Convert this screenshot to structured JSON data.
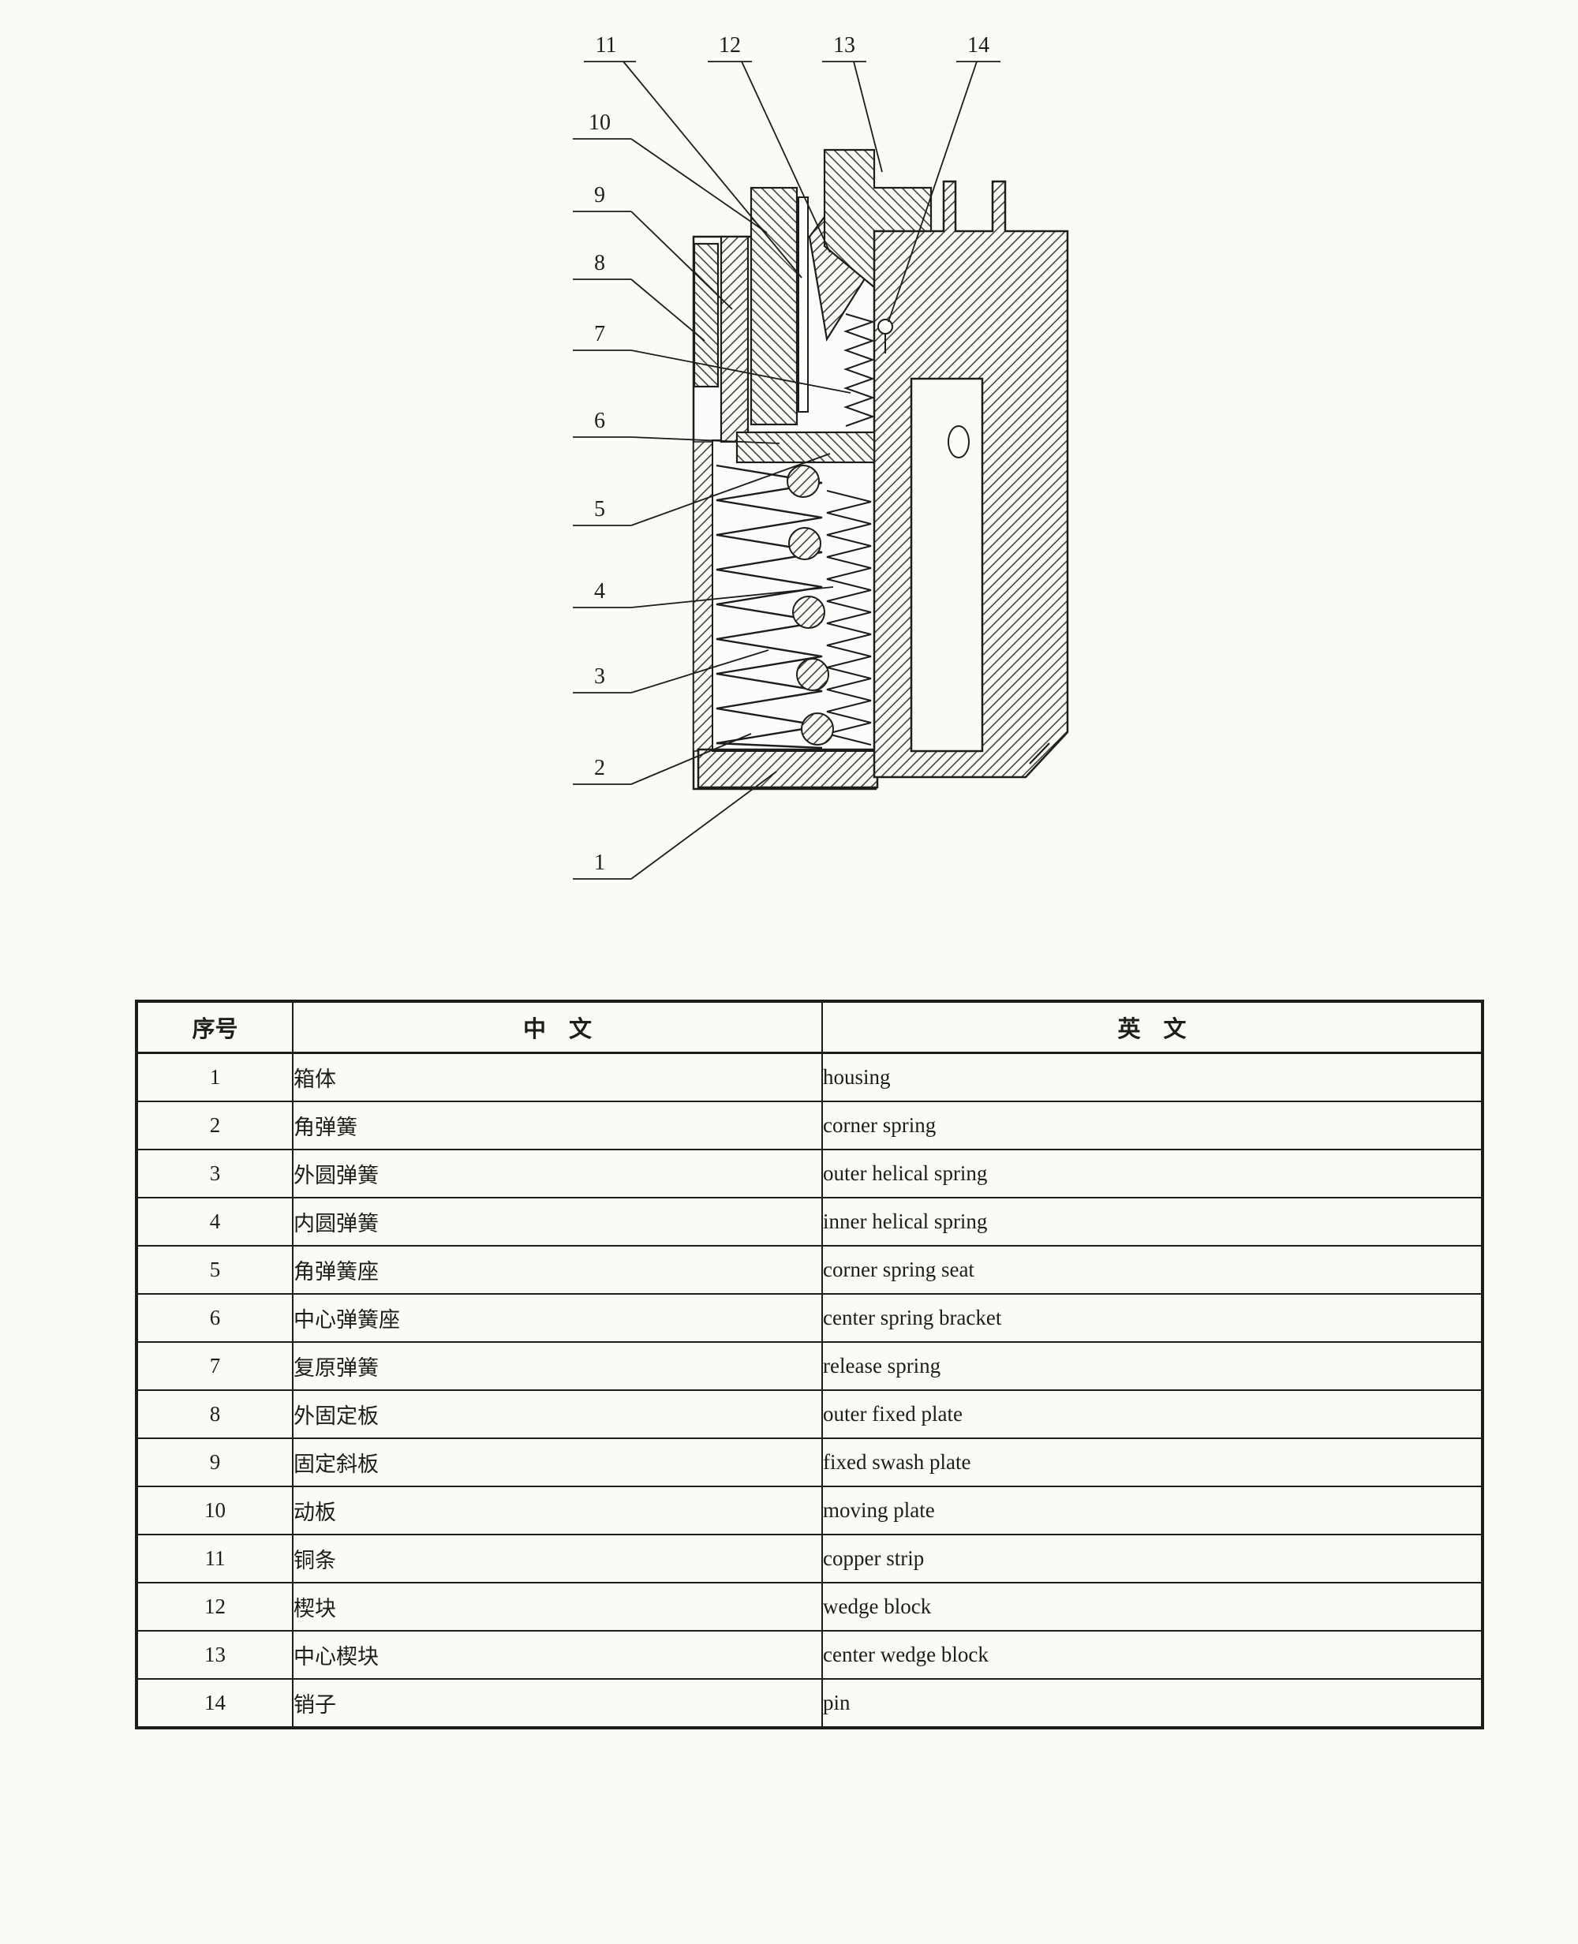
{
  "colors": {
    "ink": "#1d1d1b",
    "paper": "#fbfaf7"
  },
  "diagram": {
    "labels": [
      "1",
      "2",
      "3",
      "4",
      "5",
      "6",
      "7",
      "8",
      "9",
      "10",
      "11",
      "12",
      "13",
      "14"
    ]
  },
  "table": {
    "headers": {
      "no": "序号",
      "zh": "中　文",
      "en": "英　文"
    },
    "rows": [
      {
        "no": "1",
        "zh": "箱体",
        "en": "housing"
      },
      {
        "no": "2",
        "zh": "角弹簧",
        "en": "corner spring"
      },
      {
        "no": "3",
        "zh": "外圆弹簧",
        "en": "outer helical spring"
      },
      {
        "no": "4",
        "zh": "内圆弹簧",
        "en": "inner helical spring"
      },
      {
        "no": "5",
        "zh": "角弹簧座",
        "en": "corner spring seat"
      },
      {
        "no": "6",
        "zh": "中心弹簧座",
        "en": "center spring bracket"
      },
      {
        "no": "7",
        "zh": "复原弹簧",
        "en": "release spring"
      },
      {
        "no": "8",
        "zh": "外固定板",
        "en": "outer fixed plate"
      },
      {
        "no": "9",
        "zh": "固定斜板",
        "en": "fixed swash plate"
      },
      {
        "no": "10",
        "zh": "动板",
        "en": "moving plate"
      },
      {
        "no": "11",
        "zh": "铜条",
        "en": "copper strip"
      },
      {
        "no": "12",
        "zh": "楔块",
        "en": "wedge block"
      },
      {
        "no": "13",
        "zh": "中心楔块",
        "en": "center wedge block"
      },
      {
        "no": "14",
        "zh": "销子",
        "en": "pin"
      }
    ]
  }
}
